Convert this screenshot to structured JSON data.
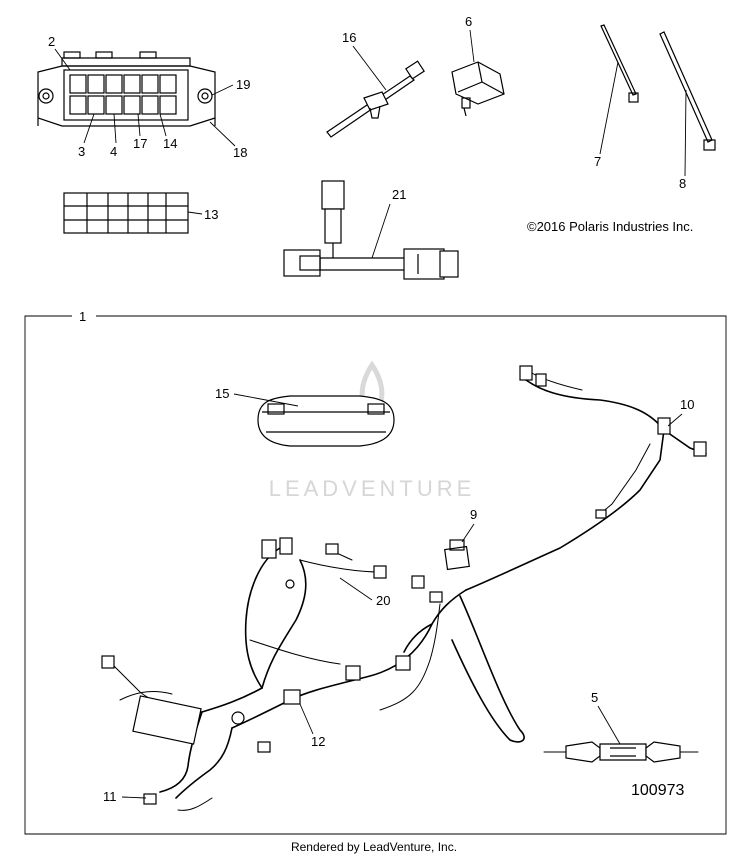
{
  "callouts": {
    "c1": "1",
    "c2": "2",
    "c3": "3",
    "c4": "4",
    "c5": "5",
    "c6": "6",
    "c7": "7",
    "c8": "8",
    "c9": "9",
    "c10": "10",
    "c11": "11",
    "c12": "12",
    "c13": "13",
    "c14": "14",
    "c15": "15",
    "c16": "16",
    "c17": "17",
    "c18": "18",
    "c19": "19",
    "c20": "20",
    "c21": "21"
  },
  "copyright": "©2016 Polaris Industries Inc.",
  "diagram_number": "100973",
  "footer": "Rendered by LeadVenture, Inc.",
  "watermark": "LEADVENTURE"
}
